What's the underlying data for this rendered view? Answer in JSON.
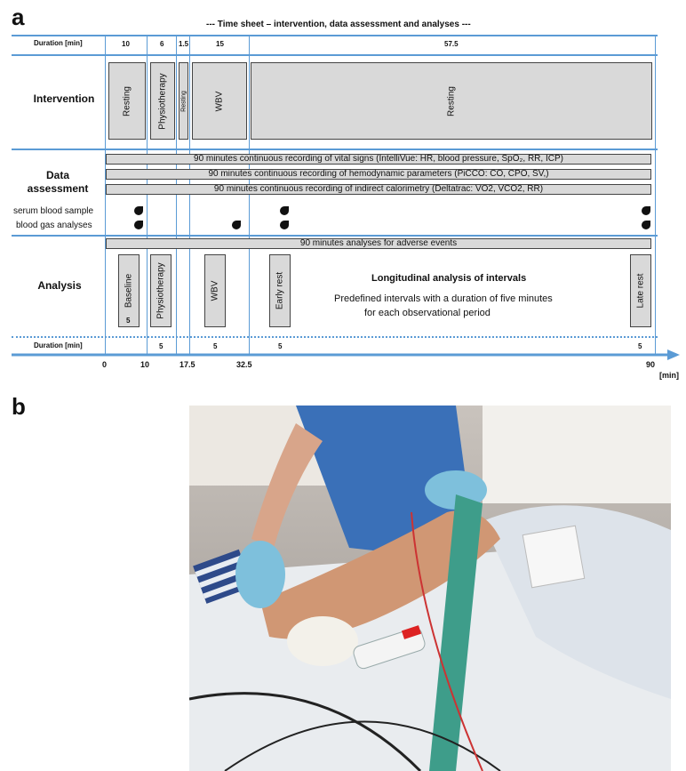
{
  "panel_a": {
    "letter": "a",
    "title": "---  Time sheet – intervention, data assessment and analyses  ---",
    "duration_label": "Duration [min]",
    "durations_top": [
      "10",
      "6",
      "1.5",
      "15",
      "57.5"
    ],
    "sections": {
      "intervention": "Intervention",
      "data_assessment": "Data assessment",
      "analysis": "Analysis"
    },
    "intervention_boxes": [
      "Resting",
      "Physiotherapy",
      "Resting",
      "WBV",
      "Resting"
    ],
    "recording_bars": [
      "90 minutes continuous recording of vital signs (IntelliVue: HR, blood pressure, SpO₂, RR, ICP)",
      "90 minutes continuous recording of hemodynamic parameters (PiCCO: CO, CPO, SV,)",
      "90 minutes continuous recording of indirect calorimetry (Deltatrac: VO2, VCO2, RR)"
    ],
    "sample_rows": [
      "serum blood sample",
      "blood gas analyses"
    ],
    "adverse_events_bar": "90 minutes analyses for adverse events",
    "analysis_boxes": [
      "Baseline",
      "Physiotherapy",
      "WBV",
      "Early rest",
      "Late rest"
    ],
    "analysis_title": "Longitudinal analysis of intervals",
    "analysis_desc_1": "Predefined intervals with a duration of five minutes",
    "analysis_desc_2": "for each observational period",
    "durations_bottom": [
      "5",
      "5",
      "5",
      "5",
      "5"
    ],
    "axis_ticks": [
      "0",
      "10",
      "17.5",
      "32.5",
      "90"
    ],
    "axis_unit": "[min]",
    "colors": {
      "line": "#5b9bd5",
      "box": "#d9d9d9"
    }
  },
  "panel_b": {
    "letter": "b",
    "photo_display": "88"
  }
}
